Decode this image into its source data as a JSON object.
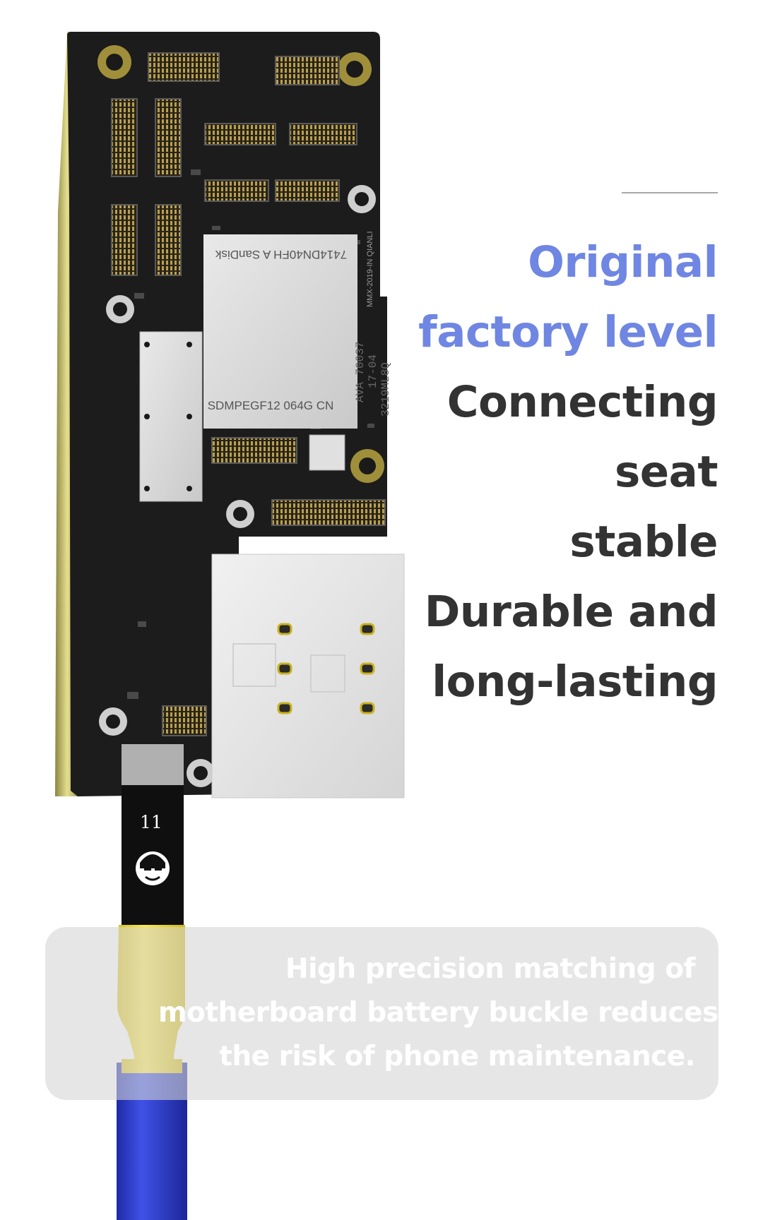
{
  "headline": {
    "accent_lines": [
      "Original",
      "factory level"
    ],
    "dark_lines": [
      "Connecting",
      "seat",
      "stable",
      "Durable and",
      "long-lasting"
    ],
    "accent_color": "#6f86e2",
    "dark_color": "#333333"
  },
  "caption": {
    "lines": [
      "High precision matching of",
      "motherboard battery buckle reduces",
      "the risk of phone maintenance."
    ]
  },
  "board": {
    "chip_text_top": "7414DN40FH A SanDisk",
    "chip_text_bottom": "SDMPEGF12  064G  CN",
    "side_text_1": "AVA 70037",
    "side_text_2": "17-04",
    "side_text_3": "3219ML8Q",
    "silk_text": "MMX-2019-IN QIANLI"
  },
  "cable": {
    "label": "11",
    "logo_icon": "mascot-head-icon",
    "sleeve_color": "#f7e13a",
    "wire_color": "#2f3fd0"
  }
}
